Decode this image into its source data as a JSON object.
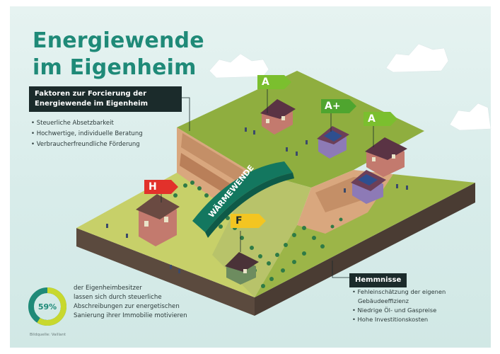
{
  "title": {
    "line1": "Energiewende",
    "line2": "im Eigenheim"
  },
  "factors": {
    "heading_line1": "Faktoren zur Forcierung der",
    "heading_line2": "Energiewende im Eigenheim",
    "items": [
      "Steuerliche Absetzbarkeit",
      "Hochwertige, individuelle Beratung",
      "Verbraucherfreundliche Förderung"
    ]
  },
  "statistic": {
    "percent_label": "59%",
    "percent_value": 59,
    "text_lines": [
      "der Eigenheimbesitzer",
      "lassen sich durch steuerliche",
      "Abschreibungen zur energetischen",
      "Sanierung ihrer Immobilie motivieren"
    ]
  },
  "source": "Bildquelle: Vaillant",
  "bridge_label": "WÄRMEWENDE",
  "obstacles": {
    "heading": "Hemmnisse",
    "items": [
      "Fehleinschätzung der eigenen",
      "Gebäudeeffizienz",
      "Niedrige Öl- und Gaspreise",
      "Hohe Investitionskosten"
    ]
  },
  "energy_labels": [
    {
      "text": "A",
      "color": "#7bbf2e"
    },
    {
      "text": "A+",
      "color": "#4fa52f"
    },
    {
      "text": "A",
      "color": "#7bbf2e"
    },
    {
      "text": "H",
      "color": "#e2312b"
    },
    {
      "text": "F",
      "color": "#f3c521"
    }
  ],
  "colors": {
    "accent": "#1f8a78",
    "dark": "#1b2b2b",
    "donut": "#c8d82e"
  }
}
